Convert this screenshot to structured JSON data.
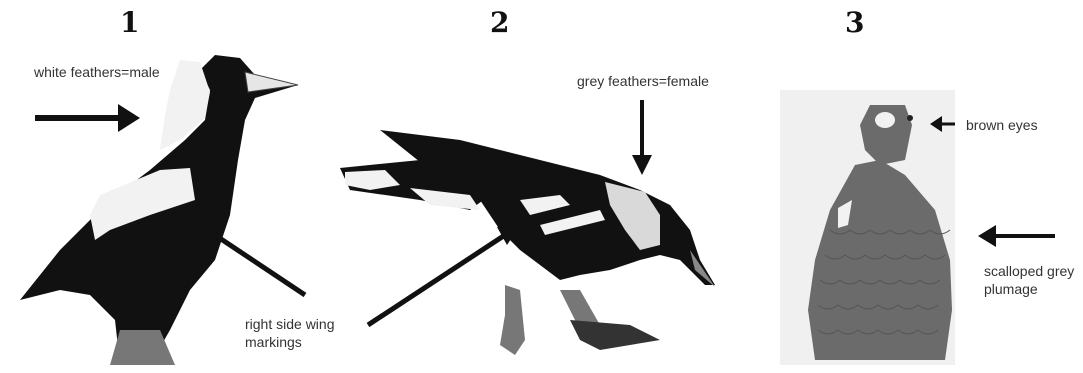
{
  "panels": [
    {
      "number": "1"
    },
    {
      "number": "2"
    },
    {
      "number": "3"
    }
  ],
  "annotations": {
    "white_feathers": "white feathers=male",
    "grey_feathers": "grey feathers=female",
    "wing_markings": "right side wing markings",
    "brown_eyes": "brown eyes",
    "scalloped": "scalloped grey plumage"
  },
  "colors": {
    "black_plumage": "#111111",
    "white_plumage": "#f2f2f2",
    "grey_plumage": "#6b6b6b",
    "arrow": "#111111"
  }
}
